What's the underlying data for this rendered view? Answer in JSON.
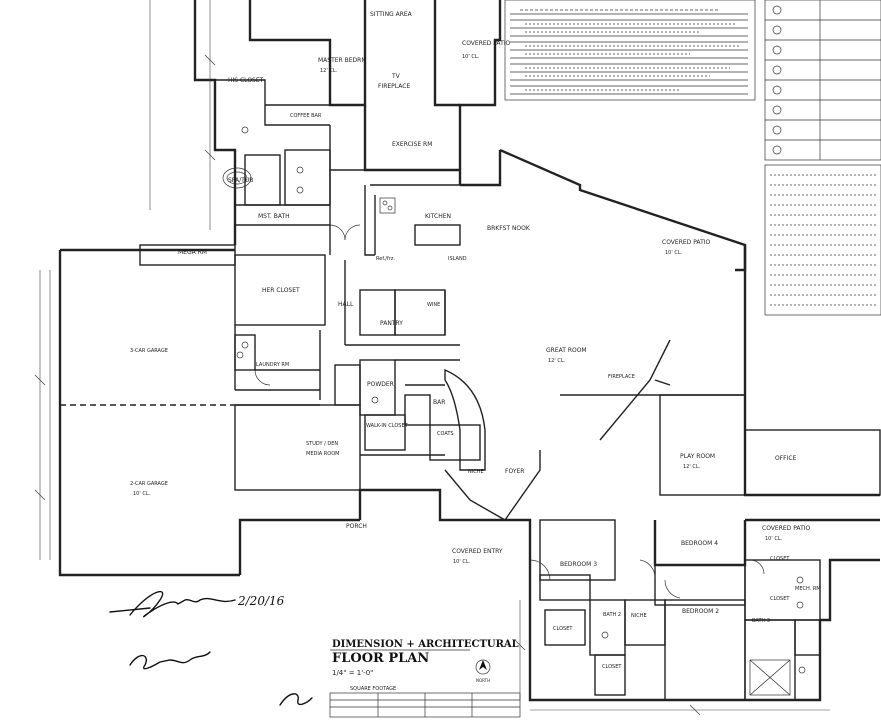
{
  "rooms": {
    "sitting_area": "SITTING AREA",
    "covered_patio_top": "COVERED PATIO",
    "master_bedrm": "MASTER BEDRM",
    "tv": "TV",
    "fireplace_master": "FIREPLACE",
    "his_closet": "HIS CLOSET",
    "coffee_bar": "COFFEE BAR",
    "exercise_rm": "EXERCISE RM",
    "spa_tub": "SPA/TUB",
    "mst_bath": "MST. BATH",
    "kitchen": "KITCHEN",
    "island": "ISLAND",
    "rof_frz": "Ref./frz.",
    "breakfast_nook": "BRKFST NOOK",
    "covered_patio_right": "COVERED PATIO",
    "mega_rm": "MEGA RM",
    "her_closet": "HER CLOSET",
    "hall": "HALL",
    "wine": "WINE",
    "pantry": "PANTRY",
    "great_room": "GREAT ROOM",
    "three_car_garage": "3-CAR GARAGE",
    "laundry_rm": "LAUNDRY RM",
    "powder": "POWDER",
    "bar": "BAR",
    "fireplace_great": "FIREPLACE",
    "walk_in_closet": "WALK-IN CLOSET",
    "study_den": "STUDY / DEN",
    "media_room": "MEDIA ROOM",
    "coats": "COATS",
    "niche": "NICHE",
    "foyer": "FOYER",
    "play_room": "PLAY ROOM",
    "office": "OFFICE",
    "two_car_garage": "2-CAR GARAGE",
    "porch": "PORCH",
    "covered_entry": "COVERED ENTRY",
    "bedroom_3": "BEDROOM 3",
    "bedroom_4": "BEDROOM 4",
    "covered_patio_bottom": "COVERED PATIO",
    "closet_b3": "CLOSET",
    "closet_b4": "CLOSET",
    "niche_2": "NICHE",
    "bedroom_2": "BEDROOM 2",
    "bath_2": "BATH 2",
    "bath_3": "BATH 3",
    "mech_rm": "MECH. RM",
    "closet_bath2": "CLOSET",
    "closet_b2": "CLOSET"
  },
  "ceiling_notes": {
    "note_a": "10' CL.",
    "note_b": "12' CL.",
    "note_c": "10' CL.",
    "note_d": "12' CL.",
    "note_e": "12' CL.",
    "note_f": "10' CL.",
    "note_g": "10' CL.",
    "note_h": "10' CL."
  },
  "title_block": {
    "line1": "DIMENSION + ARCHITECTURAL",
    "line2": "FLOOR PLAN",
    "scale": "1/4\" = 1'-0\"",
    "north": "NORTH",
    "sqft_header": "SQUARE FOOTAGE"
  },
  "signature": {
    "date": "2/20/16"
  },
  "colors": {
    "line": "#222222",
    "paper": "#ffffff"
  }
}
